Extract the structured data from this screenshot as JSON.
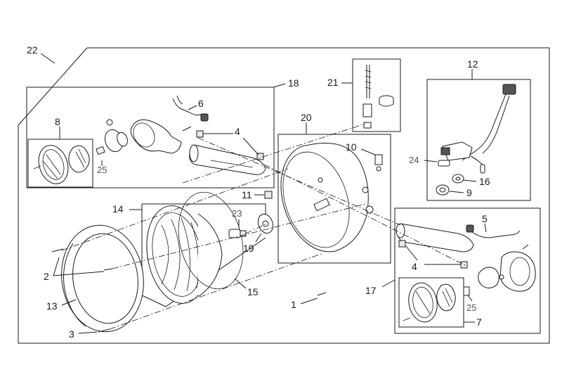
{
  "diagram": {
    "callouts": {
      "c22": "22",
      "c18": "18",
      "c6": "6",
      "c8": "8",
      "c4a": "4",
      "c25a": "25",
      "c21": "21",
      "c20": "20",
      "c10": "10",
      "c11": "11",
      "c12": "12",
      "c24": "24",
      "c16": "16",
      "c9": "9",
      "c14": "14",
      "c23": "23",
      "c19": "19",
      "c2": "2",
      "c15": "15",
      "c13": "13",
      "c3": "3",
      "c1": "1",
      "c5": "5",
      "c4b": "4",
      "c17": "17",
      "c25b": "25",
      "c7": "7"
    }
  }
}
